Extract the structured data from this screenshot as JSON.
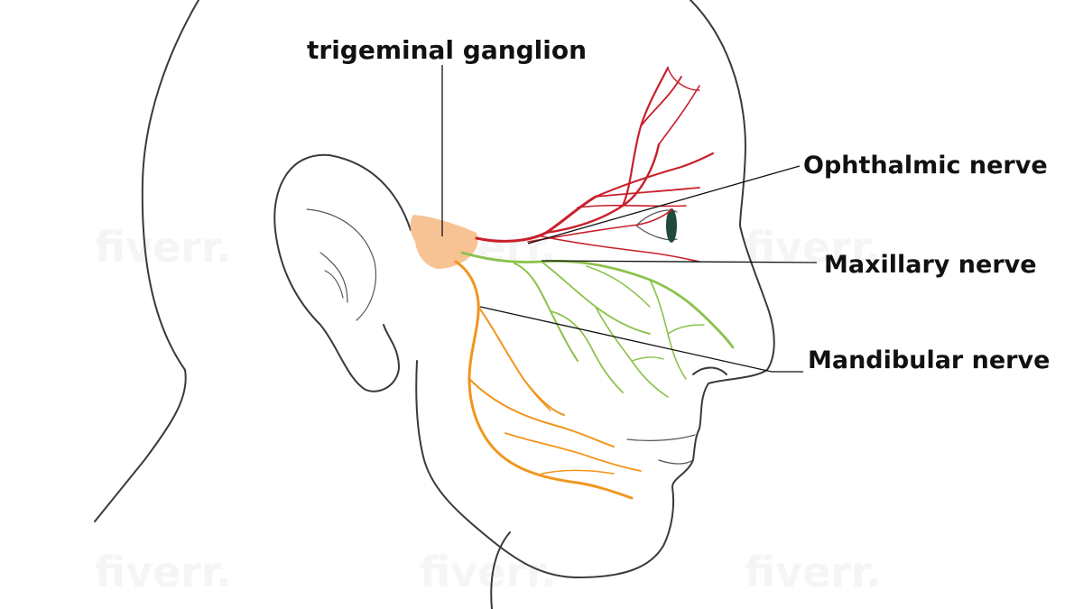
{
  "labels": {
    "trigeminal_ganglion": "trigeminal ganglion",
    "ophthalmic_nerve": "Ophthalmic nerve",
    "maxillary_nerve": "Maxillary nerve",
    "mandibular_nerve": "Mandibular nerve"
  },
  "watermark_text": "fiverr.",
  "colors": {
    "ophthalmic": "#c8202b",
    "maxillary": "#8cc14a",
    "mandibular": "#f0961e",
    "ganglion": "#f7c08e",
    "eye_iris": "#1f4a3c",
    "outline": "#3a3a3a"
  }
}
